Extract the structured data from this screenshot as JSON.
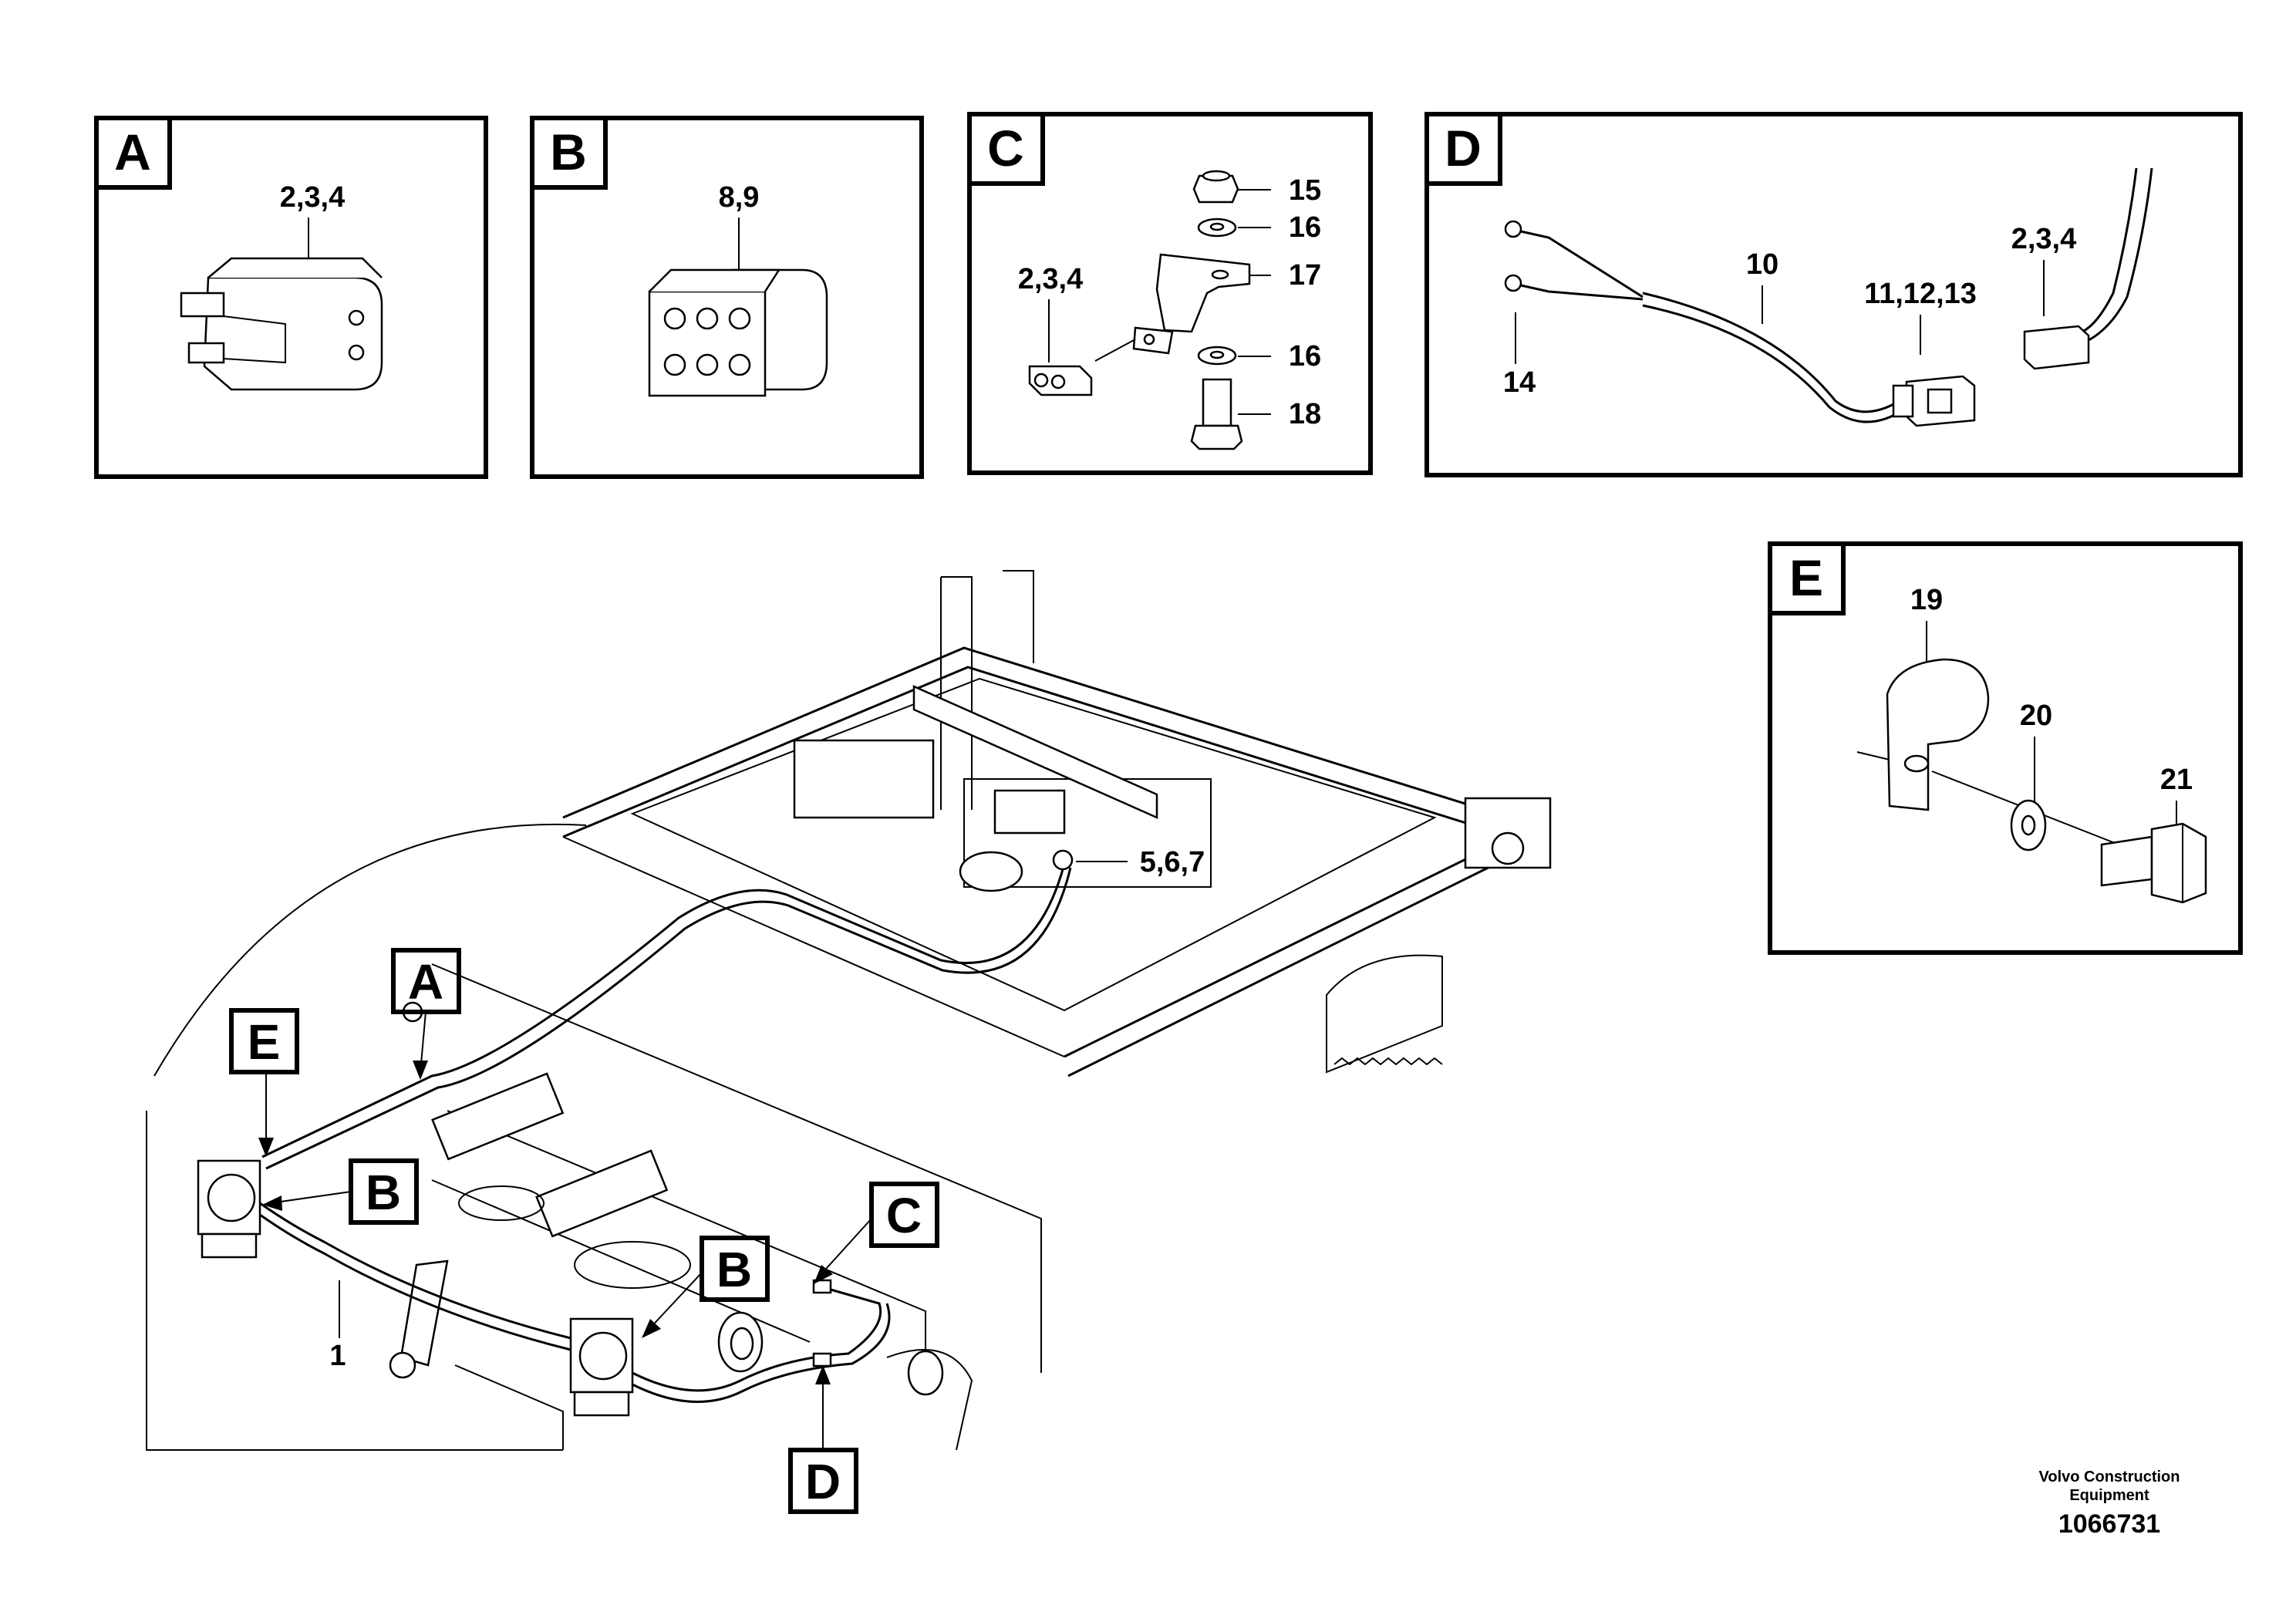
{
  "panels": {
    "A": {
      "letter": "A",
      "callouts": [
        "2,3,4"
      ]
    },
    "B": {
      "letter": "B",
      "callouts": [
        "8,9"
      ]
    },
    "C": {
      "letter": "C",
      "callouts": [
        "15",
        "16",
        "17",
        "16",
        "18",
        "2,3,4"
      ]
    },
    "D": {
      "letter": "D",
      "callouts": [
        "10",
        "2,3,4",
        "11,12,13",
        "14"
      ]
    },
    "E": {
      "letter": "E",
      "callouts": [
        "19",
        "20",
        "21"
      ]
    }
  },
  "main": {
    "callouts": [
      "5,6,7",
      "1"
    ],
    "detail_markers": [
      "A",
      "E",
      "B",
      "B",
      "C",
      "D"
    ]
  },
  "footer": {
    "org_line1": "Volvo Construction",
    "org_line2": "Equipment",
    "drawing_number": "1066731"
  }
}
